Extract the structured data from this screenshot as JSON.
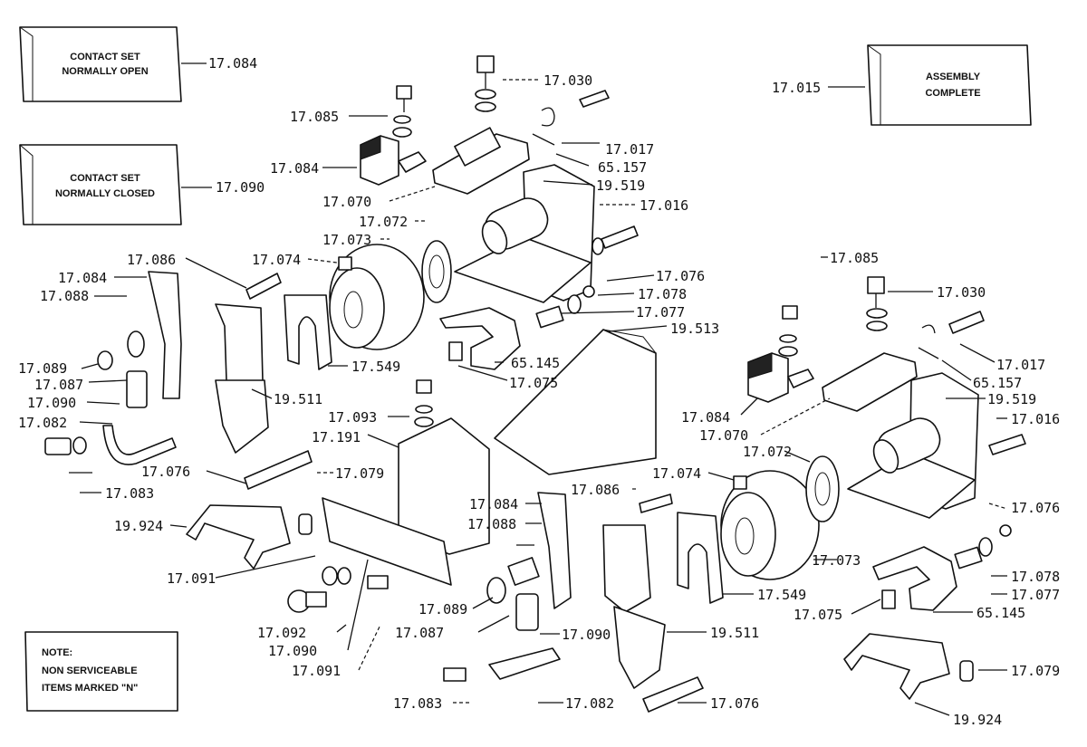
{
  "boxes": {
    "contact_no": [
      "CONTACT SET",
      "NORMALLY OPEN"
    ],
    "contact_nc": [
      "CONTACT SET",
      "NORMALLY CLOSED"
    ],
    "assembly": [
      "ASSEMBLY",
      "COMPLETE"
    ],
    "note": [
      "NOTE:",
      "NON SERVICEABLE",
      "ITEMS MARKED \"N\""
    ]
  },
  "labels": {
    "a1": "17.084",
    "a2": "17.090",
    "a3": "17.015",
    "b1": "17.085",
    "b2": "17.030",
    "b3": "17.084",
    "b4": "17.017",
    "b5": "65.157",
    "b6": "17.070",
    "b7": "19.519",
    "b8": "17.016",
    "b9": "17.072",
    "b10": "17.073",
    "b11": "17.074",
    "b12": "17.076",
    "b13": "17.078",
    "b14": "17.077",
    "b15": "19.513",
    "b16": "65.145",
    "b17": "17.075",
    "b18": "17.549",
    "c1": "17.086",
    "c2": "17.084",
    "c3": "17.088",
    "c4": "17.089",
    "c5": "17.087",
    "c6": "17.090",
    "c7": "17.082",
    "c8": "19.511",
    "c9": "17.093",
    "c10": "17.191",
    "c11": "17.076",
    "c12": "17.079",
    "c13": "17.083",
    "c14": "19.924",
    "c15": "17.091",
    "c16": "17.092",
    "c17": "17.090",
    "c18": "17.091",
    "d1": "17.084",
    "d2": "17.088",
    "d3": "17.086",
    "d4": "17.074",
    "d5": "17.089",
    "d6": "17.087",
    "d7": "17.090",
    "d8": "19.511",
    "d9": "17.083",
    "d10": "17.082",
    "d11": "17.076",
    "d12": "17.549",
    "d13": "17.073",
    "e1": "17.085",
    "e2": "17.030",
    "e3": "17.017",
    "e4": "65.157",
    "e5": "17.084",
    "e6": "19.519",
    "e7": "17.070",
    "e8": "17.016",
    "e9": "17.072",
    "e10": "17.076",
    "e11": "17.078",
    "e12": "17.077",
    "e13": "17.075",
    "e14": "65.145",
    "e15": "17.079",
    "e16": "19.924"
  }
}
